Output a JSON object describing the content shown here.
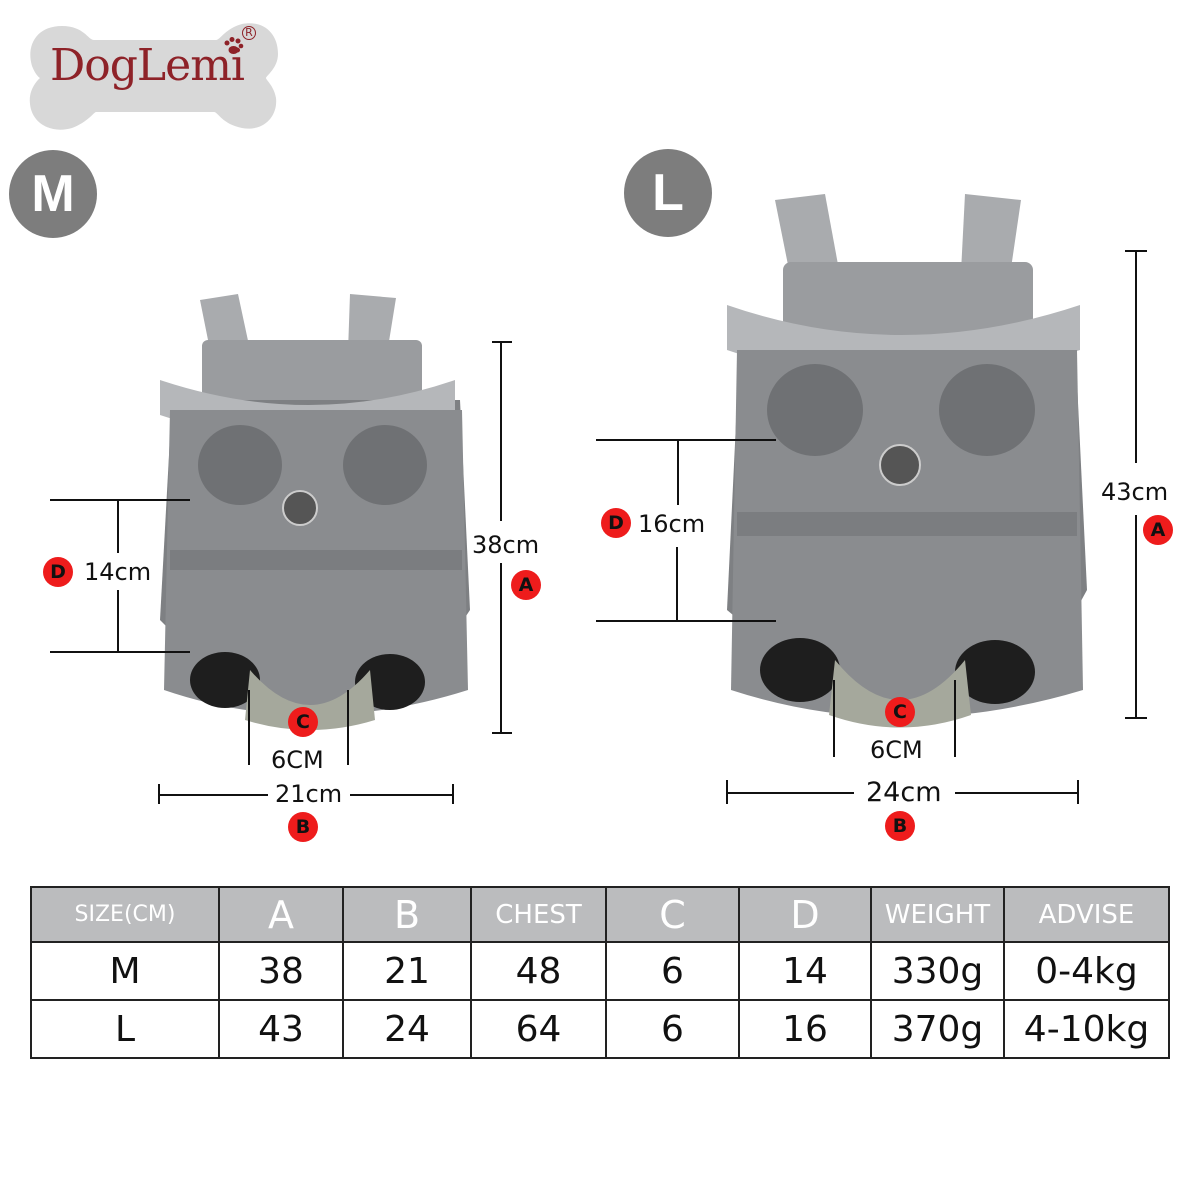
{
  "brand": {
    "name": "DogLemi",
    "registered_mark": "R",
    "logo_color": "#8e2228",
    "logo_bg": "#d8d8d8"
  },
  "sizes": {
    "m": {
      "badge": "M",
      "dimensions": {
        "A": {
          "badge": "A",
          "label": "38cm"
        },
        "B": {
          "badge": "B",
          "label": "21cm"
        },
        "C": {
          "badge": "C",
          "label": "6CM"
        },
        "D": {
          "badge": "D",
          "label": "14cm"
        }
      }
    },
    "l": {
      "badge": "L",
      "dimensions": {
        "A": {
          "badge": "A",
          "label": "43cm"
        },
        "B": {
          "badge": "B",
          "label": "24cm"
        },
        "C": {
          "badge": "C",
          "label": "6CM"
        },
        "D": {
          "badge": "D",
          "label": "16cm"
        }
      }
    }
  },
  "colors": {
    "badge_red": "#ee1c1c",
    "size_circle": "#7d7d7d",
    "table_header": "#bbbcbe",
    "carrier_gray": "#8a8a8c"
  },
  "table": {
    "headers": [
      "SIZE(CM)",
      "A",
      "B",
      "CHEST",
      "C",
      "D",
      "WEIGHT",
      "ADVISE"
    ],
    "rows": [
      [
        "M",
        "38",
        "21",
        "48",
        "6",
        "14",
        "330g",
        "0-4kg"
      ],
      [
        "L",
        "43",
        "24",
        "64",
        "6",
        "16",
        "370g",
        "4-10kg"
      ]
    ]
  }
}
